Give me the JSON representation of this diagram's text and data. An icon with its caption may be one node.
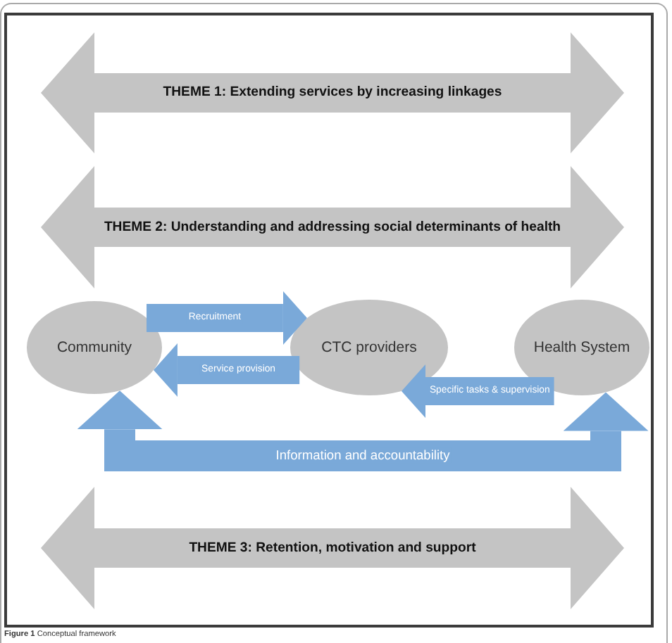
{
  "diagram": {
    "caption": "**Figure 1** Conceptual framework",
    "nodes": [
      {
        "text": [
          "THEME 1: Extending services by increasing linkages"
        ]
      },
      {
        "text": [
          "THEME 2: Understanding and addressing social determinants of health"
        ]
      },
      {
        "text": [
          "Community"
        ]
      },
      {
        "text": [
          "CTC providers"
        ]
      },
      {
        "text": [
          "Health System"
        ]
      },
      {
        "text": [
          "THEME 3: Retention, motivation and support"
        ]
      }
    ],
    "edges": [
      {
        "from": 2,
        "to": 3,
        "arrow": "to",
        "label": "Recruitment"
      },
      {
        "from": 3,
        "to": 2,
        "arrow": "to",
        "label": "Service provision"
      },
      {
        "from": 4,
        "to": 3,
        "arrow": "to",
        "label": "Specific tasks & supervision"
      },
      {
        "from": 2,
        "to": 4,
        "arrow": "both",
        "label": "Information and accountability"
      }
    ]
  }
}
